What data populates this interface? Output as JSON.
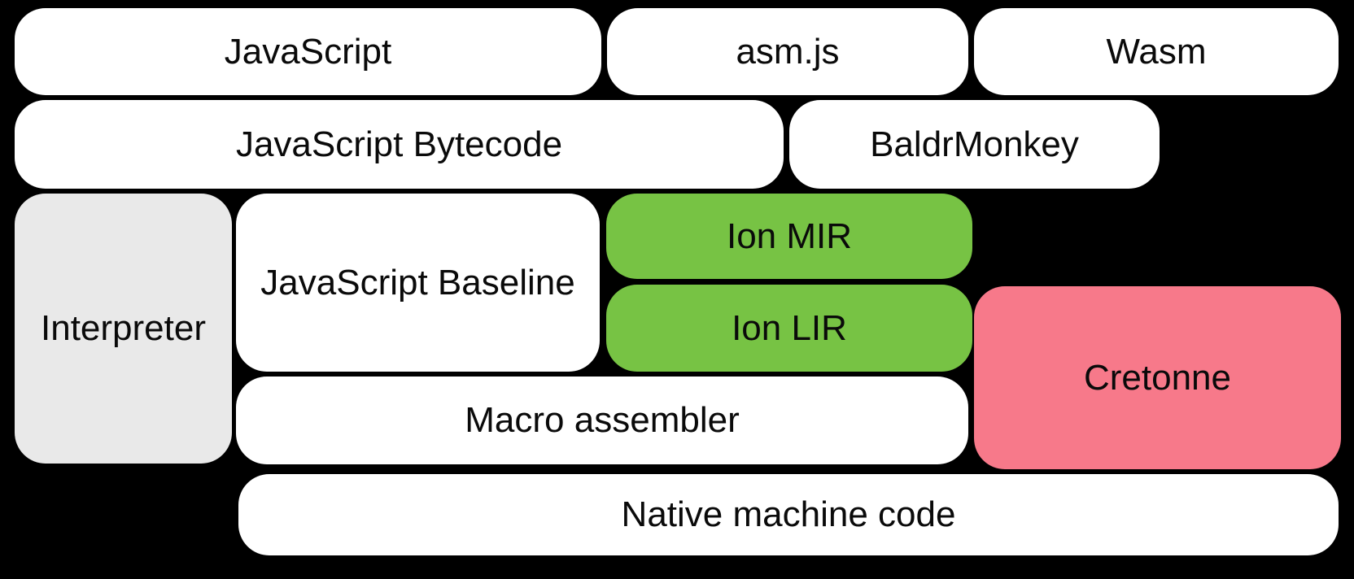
{
  "diagram": {
    "background": "#000000",
    "colors": {
      "node_default": "#ffffff",
      "node_gray": "#e9e9e9",
      "node_green": "#77c344",
      "node_pink": "#f7798a",
      "text": "#0a0a0a"
    },
    "boxes": [
      {
        "id": "javascript",
        "label": "JavaScript",
        "color": "#ffffff"
      },
      {
        "id": "asm-js",
        "label": "asm.js",
        "color": "#ffffff"
      },
      {
        "id": "wasm",
        "label": "Wasm",
        "color": "#ffffff"
      },
      {
        "id": "javascript-bytecode",
        "label": "JavaScript Bytecode",
        "color": "#ffffff"
      },
      {
        "id": "baldrmonkey",
        "label": "BaldrMonkey",
        "color": "#ffffff"
      },
      {
        "id": "interpreter",
        "label": "Interpreter",
        "color": "#e9e9e9"
      },
      {
        "id": "javascript-baseline",
        "label": "JavaScript Baseline",
        "color": "#ffffff"
      },
      {
        "id": "ion-mir",
        "label": "Ion MIR",
        "color": "#77c344"
      },
      {
        "id": "ion-lir",
        "label": "Ion LIR",
        "color": "#77c344"
      },
      {
        "id": "cretonne",
        "label": "Cretonne",
        "color": "#f7798a"
      },
      {
        "id": "macro-assembler",
        "label": "Macro assembler",
        "color": "#ffffff"
      },
      {
        "id": "native-machine-code",
        "label": "Native machine code",
        "color": "#ffffff"
      }
    ]
  }
}
